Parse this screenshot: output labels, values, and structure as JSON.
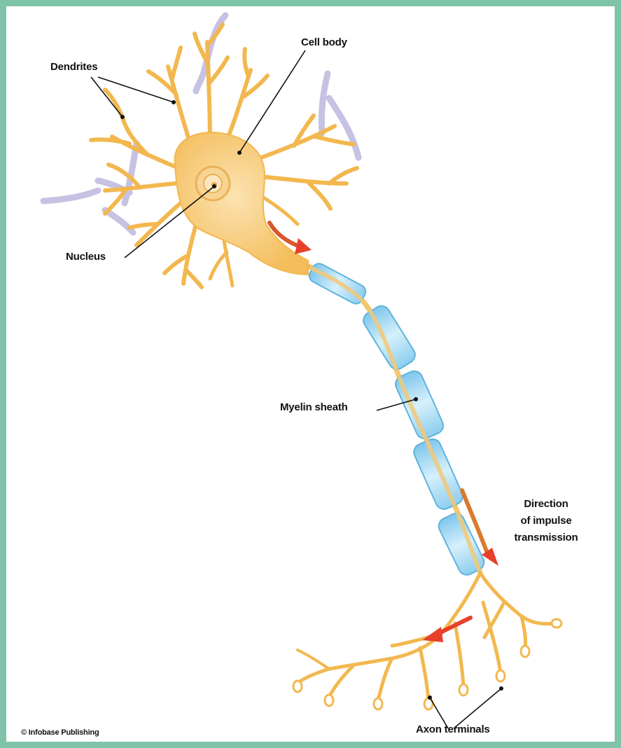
{
  "labels": {
    "dendrites": "Dendrites",
    "cell_body": "Cell body",
    "nucleus": "Nucleus",
    "myelin_sheath": "Myelin sheath",
    "direction": [
      "Direction",
      "of impulse",
      "transmission"
    ],
    "axon_terminals": "Axon terminals"
  },
  "credit": "© Infobase Publishing",
  "colors": {
    "frame": "#7fc4a9",
    "neuron": "#f2b84f",
    "neuron_fill": "#f7c876",
    "myelin": "#a9dcf2",
    "myelin_edge": "#5fb3dd",
    "other_cells": "#c7c2e3",
    "arrow": "#e8402a"
  }
}
